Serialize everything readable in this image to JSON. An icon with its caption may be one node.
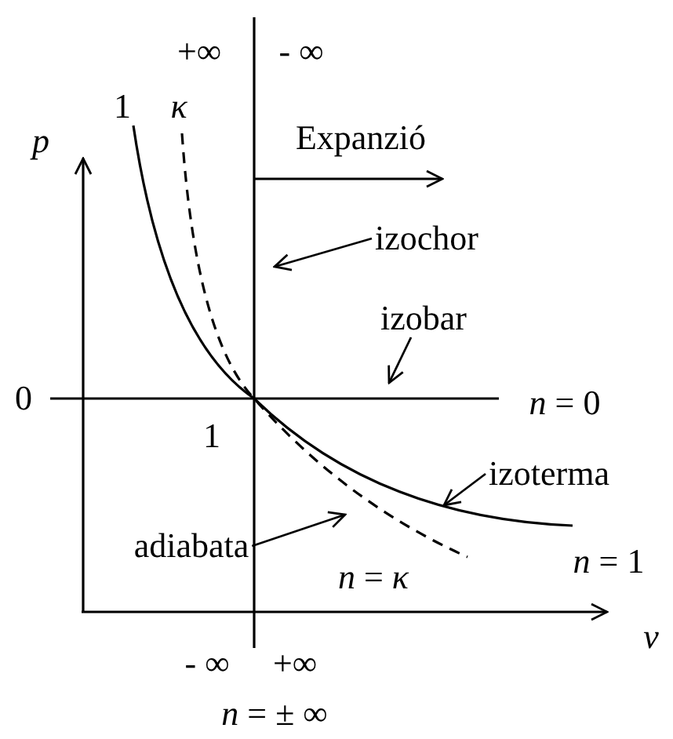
{
  "diagram": {
    "nodes": [
      {
        "text": [
          "izochor"
        ]
      },
      {
        "text": [
          "izobar"
        ]
      },
      {
        "text": [
          "izoterma"
        ]
      },
      {
        "text": [
          "adiabata"
        ]
      }
    ],
    "edges": [
      {
        "from": 0,
        "to": null,
        "arrow": "to"
      },
      {
        "from": 1,
        "to": null,
        "arrow": "to"
      },
      {
        "from": 2,
        "to": null,
        "arrow": "to"
      },
      {
        "from": 3,
        "to": null,
        "arrow": "to"
      }
    ],
    "labels": [
      "+∞",
      "- ∞",
      "1",
      "κ",
      "p",
      "Expanzió",
      "0",
      "*n* = 0",
      "1",
      "*n* = 1",
      "*n* = *κ*",
      "v",
      "- ∞",
      "+∞",
      "*n* = ± ∞"
    ]
  }
}
